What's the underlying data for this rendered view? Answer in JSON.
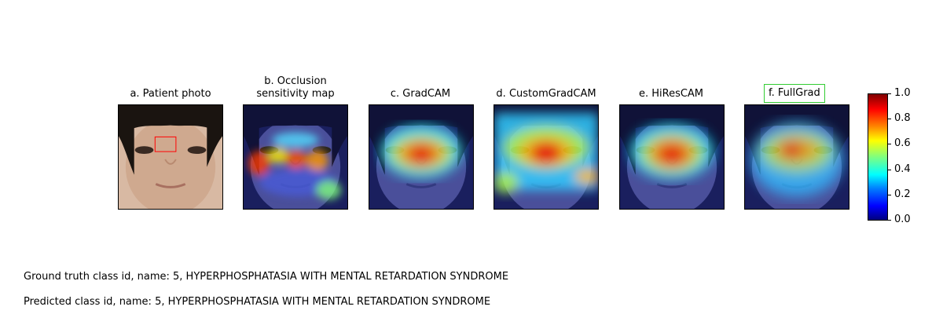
{
  "panels": [
    {
      "title": "a. Patient photo",
      "kind": "photo",
      "highlight": false
    },
    {
      "title": "b. Occlusion\nsensitivity map",
      "kind": "occlusion",
      "highlight": false
    },
    {
      "title": "c. GradCAM",
      "kind": "gradcam",
      "highlight": false
    },
    {
      "title": "d. CustomGradCAM",
      "kind": "customgradcam",
      "highlight": false
    },
    {
      "title": "e. HiResCAM",
      "kind": "hirescam",
      "highlight": false
    },
    {
      "title": "f. FullGrad",
      "kind": "fullgrad",
      "highlight": true
    }
  ],
  "colorbar": {
    "ticks": [
      "0.0",
      "0.2",
      "0.4",
      "0.6",
      "0.8",
      "1.0"
    ],
    "range": [
      0,
      1
    ],
    "colormap": "jet"
  },
  "footer": {
    "ground_truth": "Ground truth class id, name: 5, HYPERPHOSPHATASIA WITH MENTAL RETARDATION SYNDROME",
    "predicted": "Predicted class id, name: 5, HYPERPHOSPHATASIA WITH MENTAL RETARDATION SYNDROME"
  },
  "colors": {
    "highlight_border": "#33cc33",
    "occlusion_box": "#ff0000"
  }
}
